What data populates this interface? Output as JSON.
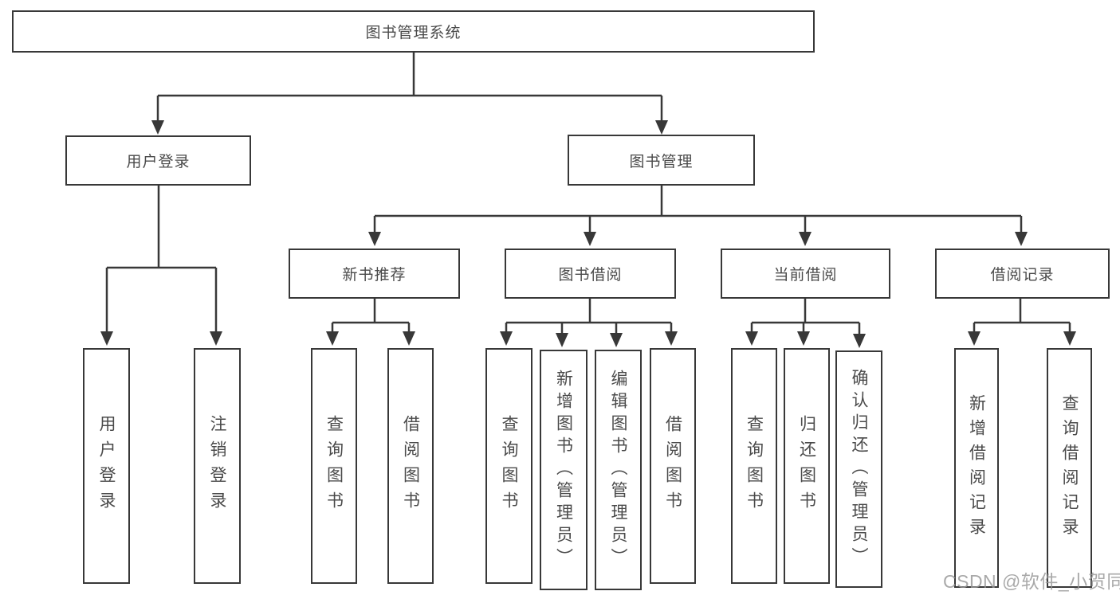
{
  "diagram": {
    "type": "hierarchy-chart",
    "nodes": {
      "root": {
        "label": "图书管理系统"
      },
      "login": {
        "label": "用户登录"
      },
      "mgmt": {
        "label": "图书管理"
      },
      "login_user": {
        "label": "用户登录"
      },
      "login_logout": {
        "label": "注销登录"
      },
      "rec": {
        "label": "新书推荐"
      },
      "borrow": {
        "label": "图书借阅"
      },
      "current": {
        "label": "当前借阅"
      },
      "records": {
        "label": "借阅记录"
      },
      "rec_query": {
        "label": "查询图书"
      },
      "rec_borrow": {
        "label": "借阅图书"
      },
      "borrow_query": {
        "label": "查询图书"
      },
      "borrow_add": {
        "label": "新增图书（管理员）"
      },
      "borrow_edit": {
        "label": "编辑图书（管理员）"
      },
      "borrow_borrow": {
        "label": "借阅图书"
      },
      "current_query": {
        "label": "查询图书"
      },
      "current_return": {
        "label": "归还图书"
      },
      "current_confirm": {
        "label": "确认归还（管理员）"
      },
      "records_add": {
        "label": "新增借阅记录"
      },
      "records_query": {
        "label": "查询借阅记录"
      }
    },
    "hierarchy": {
      "图书管理系统": {
        "用户登录": [
          "用户登录",
          "注销登录"
        ],
        "图书管理": {
          "新书推荐": [
            "查询图书",
            "借阅图书"
          ],
          "图书借阅": [
            "查询图书",
            "新增图书（管理员）",
            "编辑图书（管理员）",
            "借阅图书"
          ],
          "当前借阅": [
            "查询图书",
            "归还图书",
            "确认归还（管理员）"
          ],
          "借阅记录": [
            "新增借阅记录",
            "查询借阅记录"
          ]
        }
      }
    }
  },
  "watermark": {
    "text": "CSDN @软件_小贺同学"
  },
  "colors": {
    "line": "#383838",
    "box_border": "#383838",
    "box_fill": "#ffffff",
    "text": "#4a4a4a",
    "watermark": "#969696",
    "background": "#ffffff"
  }
}
